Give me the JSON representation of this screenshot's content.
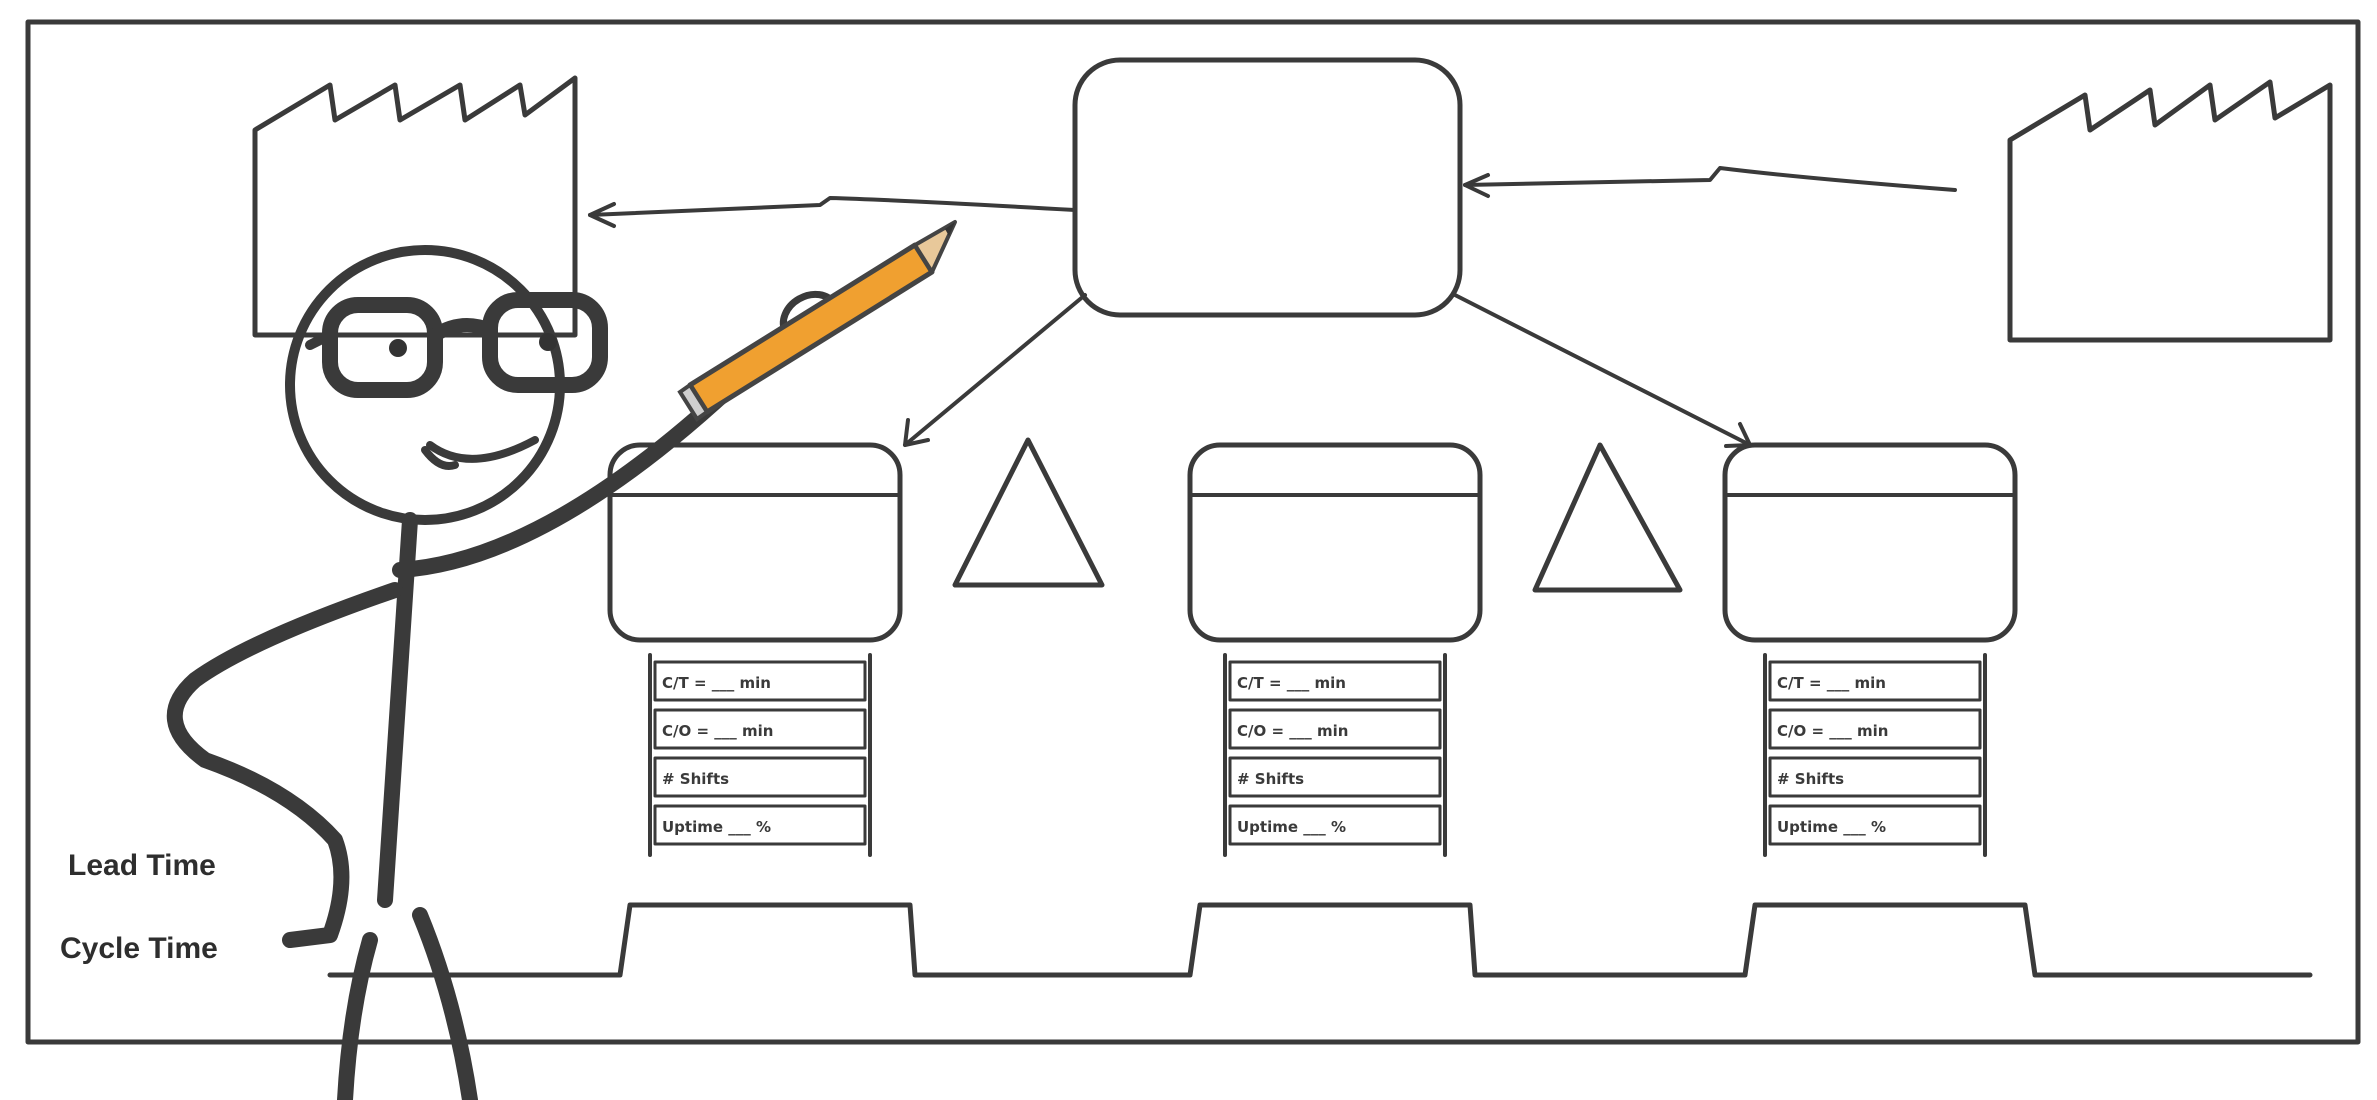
{
  "diagram": {
    "processes": [
      {
        "data_rows": [
          "C/T = ___ min",
          "C/O = ___ min",
          "# Shifts",
          "Uptime ___ %"
        ]
      },
      {
        "data_rows": [
          "C/T = ___ min",
          "C/O = ___ min",
          "# Shifts",
          "Uptime ___ %"
        ]
      },
      {
        "data_rows": [
          "C/T = ___ min",
          "C/O = ___ min",
          "# Shifts",
          "Uptime ___ %"
        ]
      }
    ],
    "legend": {
      "lead_time": "Lead Time",
      "cycle_time": "Cycle Time"
    },
    "colors": {
      "ink": "#3a3a3a",
      "pencil_body": "#f0a030",
      "pencil_tip": "#e8c89a",
      "background": "#ffffff"
    },
    "icons": [
      "factory-icon",
      "factory-icon",
      "stick-figure-with-pencil",
      "inventory-triangle-icon",
      "inventory-triangle-icon"
    ]
  }
}
